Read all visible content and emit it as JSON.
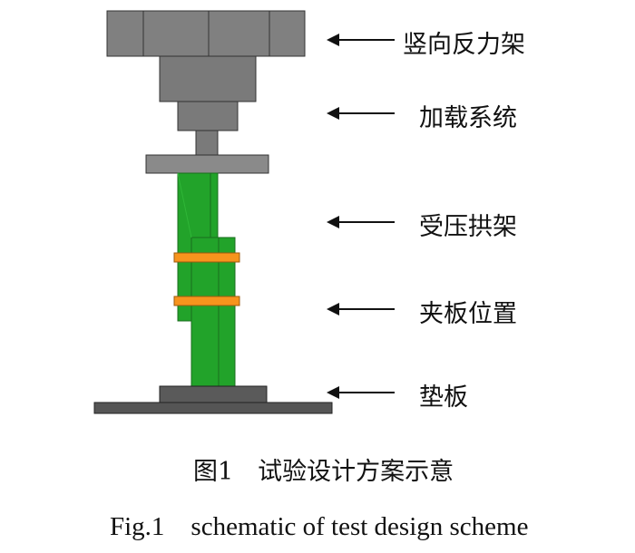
{
  "labels": {
    "reaction_frame": "竖向反力架",
    "loading_system": "加载系统",
    "arch_frame": "受压拱架",
    "clamp_position": "夹板位置",
    "base_plate": "垫板"
  },
  "caption": {
    "cn": "图1　试验设计方案示意",
    "en": "Fig.1　schematic of test design scheme"
  },
  "colors": {
    "steel": "#7f7f7f",
    "steel_dark": "#5a5a5a",
    "column_green": "#22a32a",
    "clamp_orange": "#f7941d",
    "base_dark": "#555555"
  }
}
